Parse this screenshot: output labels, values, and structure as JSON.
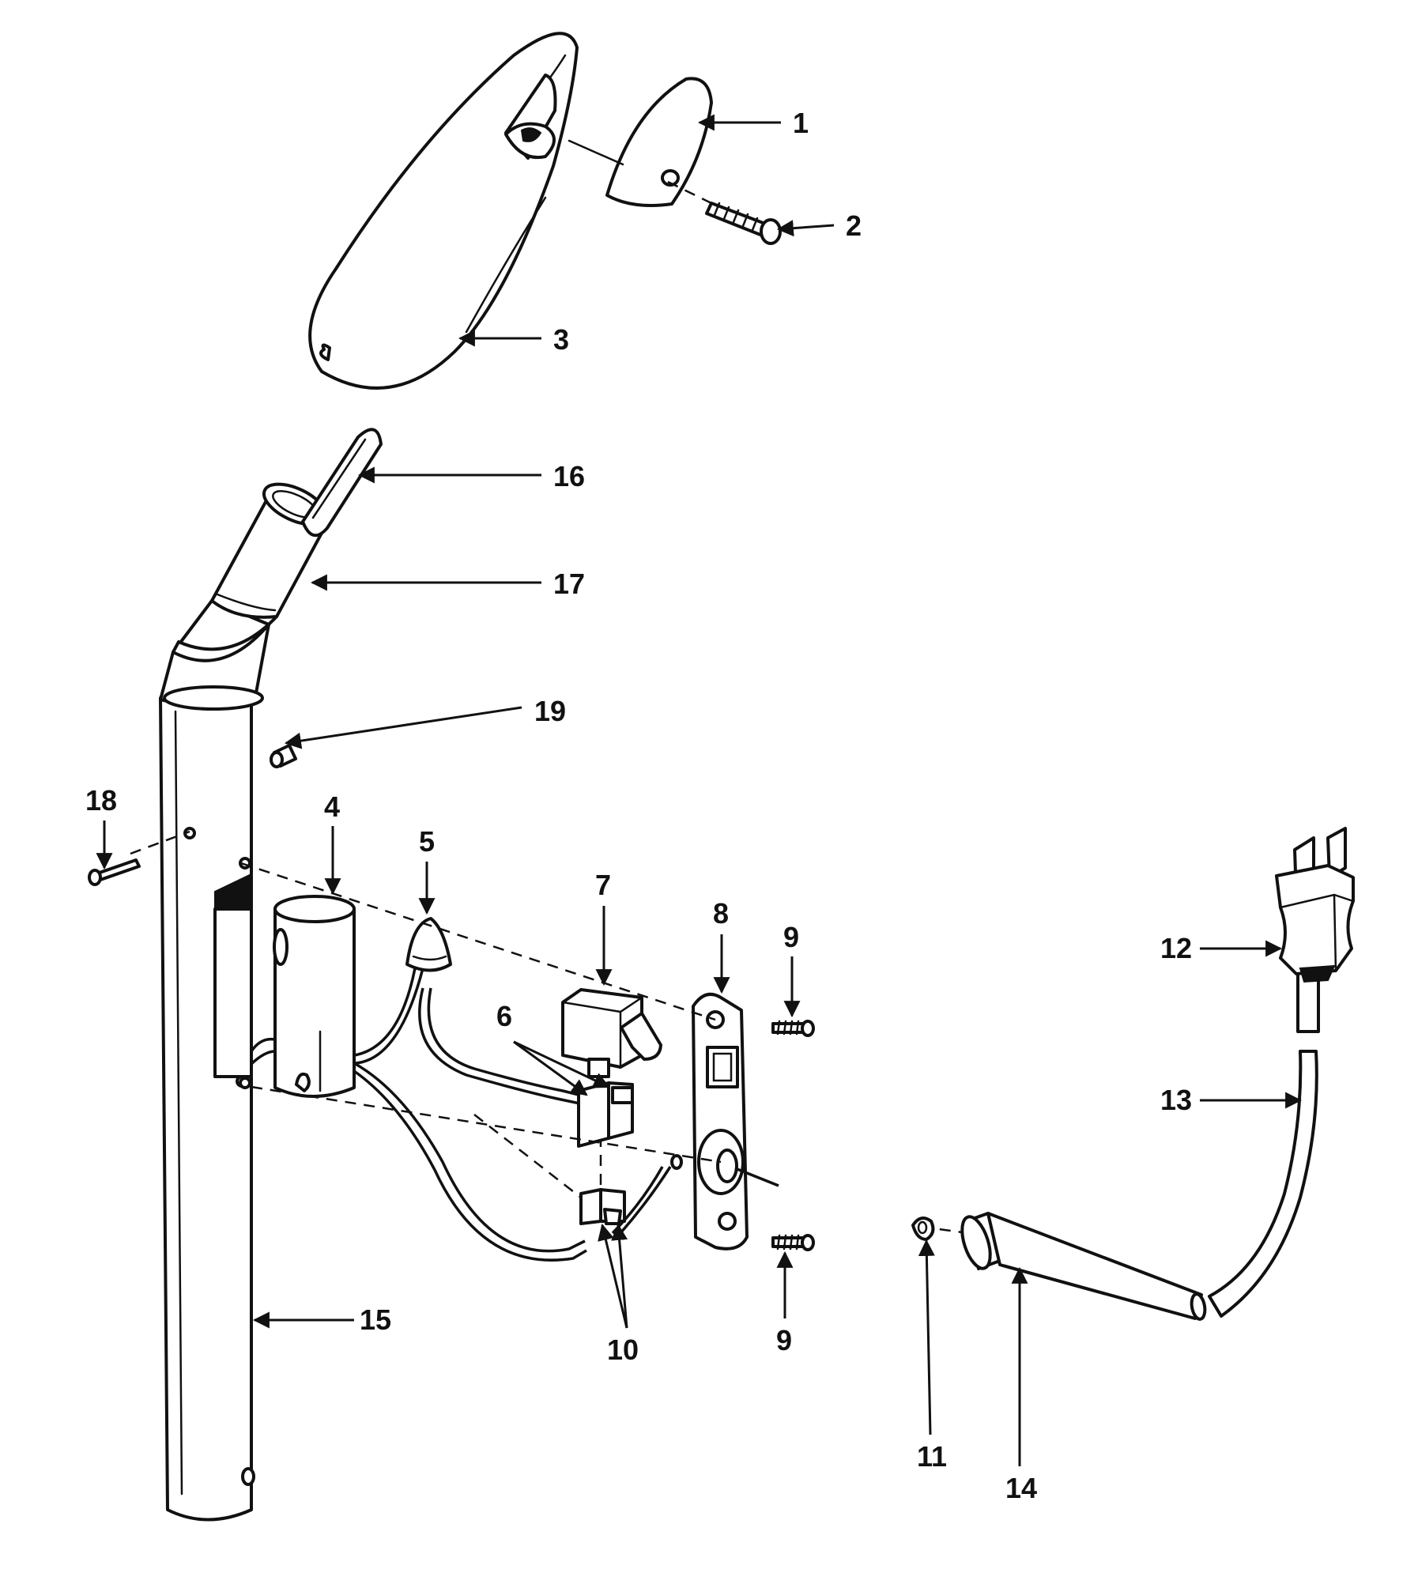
{
  "diagram": {
    "callouts": [
      {
        "id": "c1",
        "label": "1"
      },
      {
        "id": "c2",
        "label": "2"
      },
      {
        "id": "c3",
        "label": "3"
      },
      {
        "id": "c16",
        "label": "16"
      },
      {
        "id": "c17",
        "label": "17"
      },
      {
        "id": "c19",
        "label": "19"
      },
      {
        "id": "c18",
        "label": "18"
      },
      {
        "id": "c4",
        "label": "4"
      },
      {
        "id": "c5",
        "label": "5"
      },
      {
        "id": "c7",
        "label": "7"
      },
      {
        "id": "c8",
        "label": "8"
      },
      {
        "id": "c9a",
        "label": "9"
      },
      {
        "id": "c6",
        "label": "6"
      },
      {
        "id": "c10",
        "label": "10"
      },
      {
        "id": "c9b",
        "label": "9"
      },
      {
        "id": "c15",
        "label": "15"
      },
      {
        "id": "c12",
        "label": "12"
      },
      {
        "id": "c13",
        "label": "13"
      },
      {
        "id": "c11",
        "label": "11"
      },
      {
        "id": "c14",
        "label": "14"
      }
    ]
  },
  "colors": {
    "line": "#111111",
    "background": "#ffffff"
  }
}
